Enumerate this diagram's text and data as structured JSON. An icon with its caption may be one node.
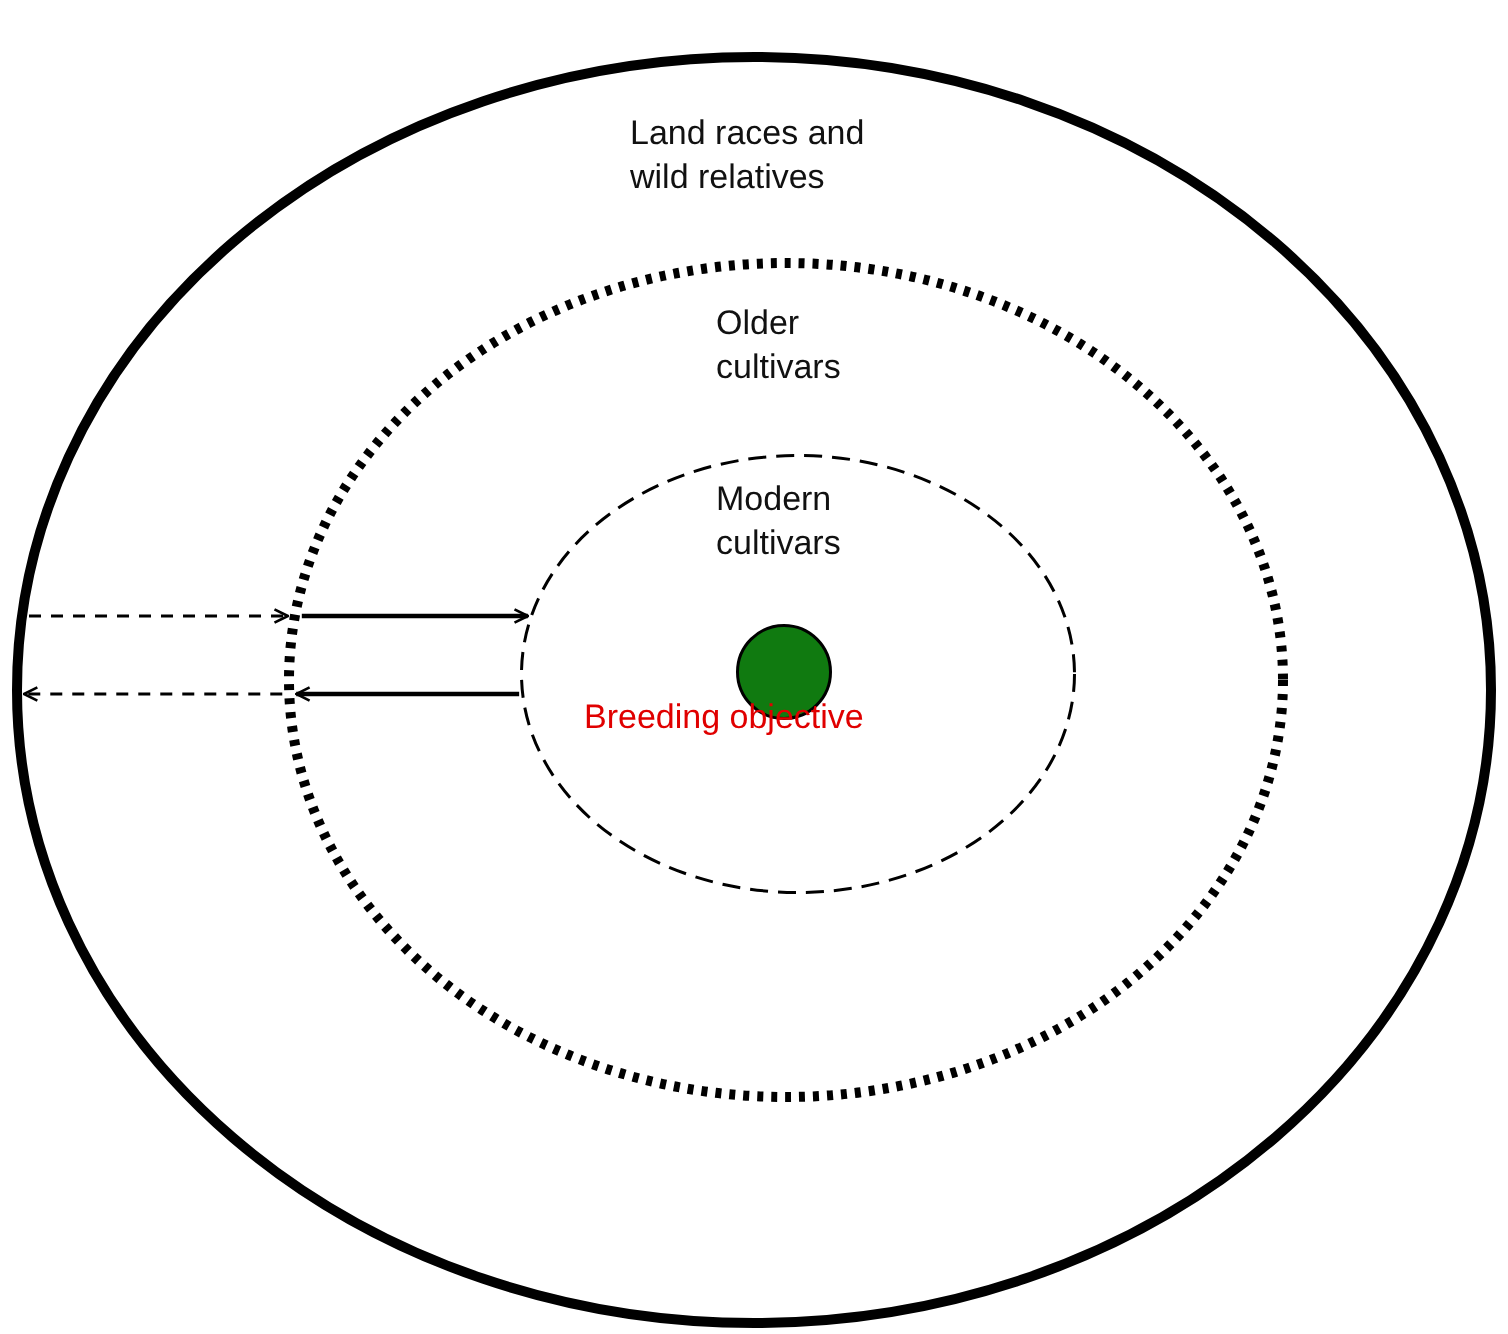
{
  "diagram": {
    "nodes": [
      {
        "text": [
          "Land races and wild relatives"
        ]
      },
      {
        "text": [
          "Older cultivars"
        ],
        "in": 0
      },
      {
        "text": [
          "Modern cultivars"
        ],
        "in": 1
      },
      {
        "text": [],
        "shape": "circle",
        "in": 2,
        "beside": [
          "Breeding objective"
        ]
      }
    ],
    "edges": [
      {
        "from": 1,
        "to": 2,
        "arrow": "to"
      },
      {
        "from": 2,
        "to": 1,
        "arrow": "to"
      },
      {
        "from": 0,
        "to": 1,
        "arrow": "to",
        "style": "dashed"
      },
      {
        "from": 1,
        "to": 0,
        "arrow": "to",
        "style": "dashed"
      }
    ]
  }
}
